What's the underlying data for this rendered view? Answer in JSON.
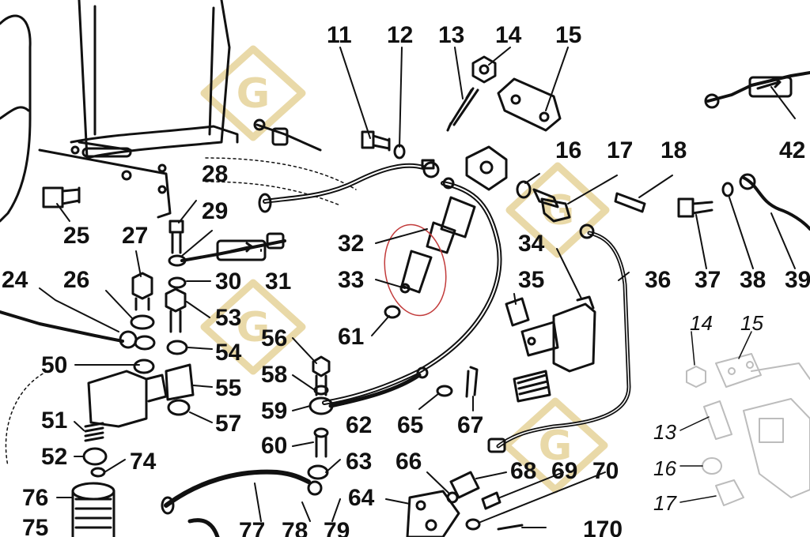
{
  "colors": {
    "ink": "#111111",
    "watermark": "#e9d9a8",
    "highlight_circle": "#c23b3b",
    "faded_parts": "#bcbcbc"
  },
  "watermark": {
    "letter": "G"
  },
  "callouts": {
    "c11": "11",
    "c12": "12",
    "c13": "13",
    "c14": "14",
    "c15": "15",
    "c42": "42",
    "c16": "16",
    "c17": "17",
    "c18": "18",
    "c25": "25",
    "c28": "28",
    "c29": "29",
    "c32": "32",
    "c34": "34",
    "c27": "27",
    "c26": "26",
    "c24": "24",
    "c30": "30",
    "c31": "31",
    "c33": "33",
    "c35": "35",
    "c36": "36",
    "c37": "37",
    "c38": "38",
    "c39": "39",
    "c53": "53",
    "c61": "61",
    "c14b": "14",
    "c15b": "15",
    "c56": "56",
    "c54": "54",
    "c50": "50",
    "c58": "58",
    "c55": "55",
    "c59": "59",
    "c62": "62",
    "c65": "65",
    "c67": "67",
    "c51": "51",
    "c57": "57",
    "c13b": "13",
    "c60": "60",
    "c52": "52",
    "c74": "74",
    "c63": "63",
    "c66": "66",
    "c68": "68",
    "c69": "69",
    "c70": "70",
    "c16b": "16",
    "c76": "76",
    "c64": "64",
    "c17b": "17",
    "c75": "75",
    "c77": "77",
    "c78": "78",
    "c79": "79",
    "c170": "170"
  }
}
